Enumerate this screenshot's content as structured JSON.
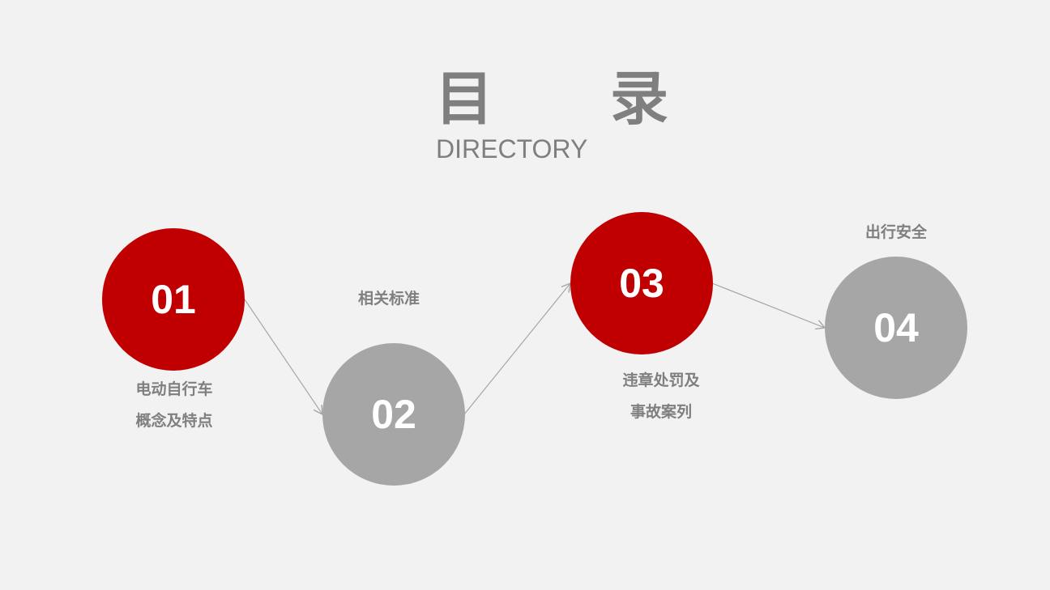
{
  "header": {
    "title": "目　　录",
    "subtitle": "DIRECTORY"
  },
  "items": [
    {
      "number": "01",
      "label_line1": "电动自行车",
      "label_line2": "概念及特点",
      "color": "#c00000"
    },
    {
      "number": "02",
      "label_line1": "相关标准",
      "color": "#a6a6a6"
    },
    {
      "number": "03",
      "label_line1": "违章处罚及",
      "label_line2": "事故案列",
      "color": "#c00000"
    },
    {
      "number": "04",
      "label_line1": "出行安全",
      "color": "#a6a6a6"
    }
  ]
}
